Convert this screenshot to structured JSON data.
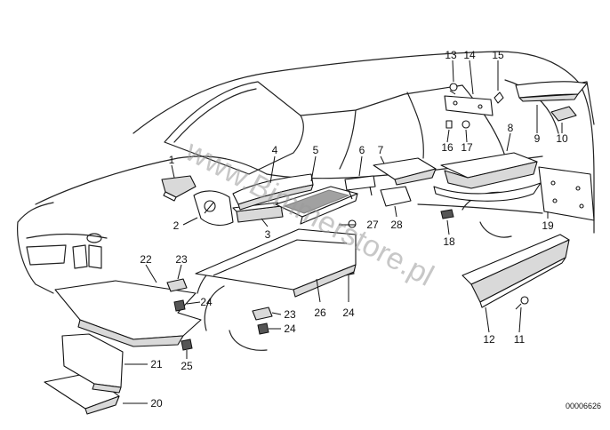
{
  "callouts": [
    {
      "id": "c1",
      "label": "1"
    },
    {
      "id": "c2",
      "label": "2"
    },
    {
      "id": "c3",
      "label": "3"
    },
    {
      "id": "c4",
      "label": "4"
    },
    {
      "id": "c5",
      "label": "5"
    },
    {
      "id": "c6",
      "label": "6"
    },
    {
      "id": "c7",
      "label": "7"
    },
    {
      "id": "c8",
      "label": "8"
    },
    {
      "id": "c9",
      "label": "9"
    },
    {
      "id": "c10",
      "label": "10"
    },
    {
      "id": "c11",
      "label": "11"
    },
    {
      "id": "c12",
      "label": "12"
    },
    {
      "id": "c13",
      "label": "13"
    },
    {
      "id": "c14",
      "label": "14"
    },
    {
      "id": "c15",
      "label": "15"
    },
    {
      "id": "c16",
      "label": "16"
    },
    {
      "id": "c17",
      "label": "17"
    },
    {
      "id": "c18",
      "label": "18"
    },
    {
      "id": "c19",
      "label": "19"
    },
    {
      "id": "c20",
      "label": "20"
    },
    {
      "id": "c21",
      "label": "21"
    },
    {
      "id": "c22",
      "label": "22"
    },
    {
      "id": "c23a",
      "label": "23"
    },
    {
      "id": "c23b",
      "label": "23"
    },
    {
      "id": "c24a",
      "label": "24"
    },
    {
      "id": "c24b",
      "label": "24"
    },
    {
      "id": "c24c",
      "label": "24"
    },
    {
      "id": "c25",
      "label": "25"
    },
    {
      "id": "c26",
      "label": "26"
    },
    {
      "id": "c27",
      "label": "27"
    },
    {
      "id": "c28",
      "label": "28"
    }
  ],
  "diagram_ref": "00006626",
  "watermark": "www.Bimmerstore.pl"
}
